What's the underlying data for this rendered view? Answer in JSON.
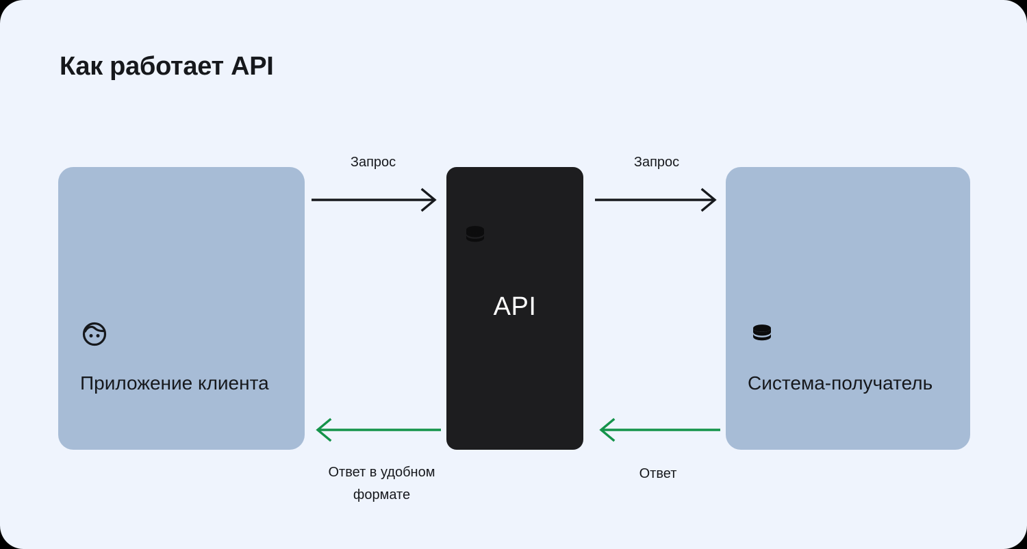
{
  "title": "Как работает API",
  "colors": {
    "background": "#eff4fd",
    "node_fill": "#a7bcd6",
    "api_fill": "#1d1d1f",
    "text": "#16181c",
    "request_arrow": "#16181c",
    "response_arrow": "#14934a",
    "api_text": "#ffffff"
  },
  "nodes": [
    {
      "id": "client",
      "label": "Приложение клиента",
      "icon": "user-face-icon"
    },
    {
      "id": "api",
      "label": "API",
      "icon": "database-icon"
    },
    {
      "id": "system",
      "label": "Система-получатель",
      "icon": "database-icon"
    }
  ],
  "flows": [
    {
      "id": "request-client-to-api",
      "label": "Запрос",
      "direction": "right",
      "color": "#16181c"
    },
    {
      "id": "request-api-to-system",
      "label": "Запрос",
      "direction": "right",
      "color": "#16181c"
    },
    {
      "id": "response-api-to-client",
      "label": "Ответ в удобном\nформате",
      "direction": "left",
      "color": "#14934a"
    },
    {
      "id": "response-system-to-api",
      "label": "Ответ",
      "direction": "left",
      "color": "#14934a"
    }
  ]
}
